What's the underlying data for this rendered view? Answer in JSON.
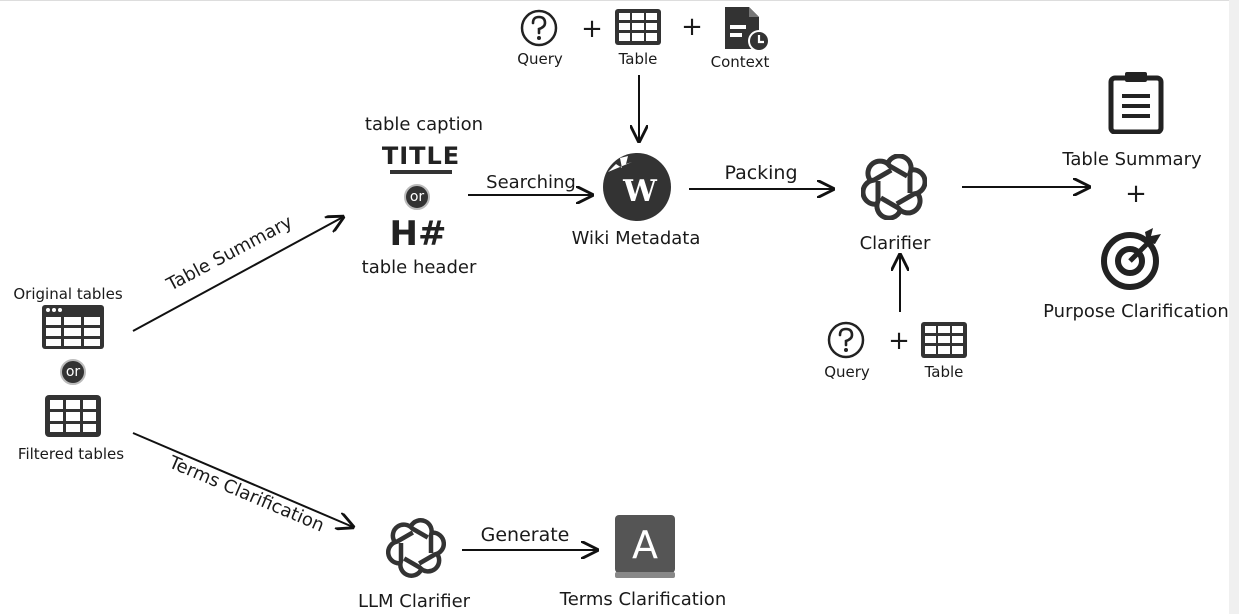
{
  "top_inputs": {
    "query": "Query",
    "table": "Table",
    "context": "Context",
    "plus": "+"
  },
  "original": {
    "original_tables": "Original tables",
    "or": "or",
    "filtered_tables": "Filtered tables"
  },
  "edges": {
    "table_summary": "Table Summary",
    "terms_clarification": "Terms Clarification",
    "searching": "Searching",
    "packing": "Packing",
    "generate": "Generate"
  },
  "sources": {
    "table_caption": "table caption",
    "title": "TITLE",
    "or": "or",
    "hash": "H#",
    "table_header": "table header"
  },
  "wiki": {
    "label": "Wiki Metadata",
    "glyph": "W"
  },
  "clarifier": {
    "label": "Clarifier",
    "query": "Query",
    "table": "Table",
    "plus": "+"
  },
  "outputs": {
    "table_summary": "Table Summary",
    "plus": "+",
    "purpose_clarification": "Purpose Clarification"
  },
  "llm": {
    "label": "LLM Clarifier",
    "terms_clarification": "Terms Clarification",
    "letter": "A"
  },
  "icons": [
    "question-icon",
    "table-icon",
    "context-doc-icon",
    "wiki-globe-icon",
    "openai-logo-icon",
    "clipboard-icon",
    "target-icon",
    "letter-a-book-icon"
  ]
}
